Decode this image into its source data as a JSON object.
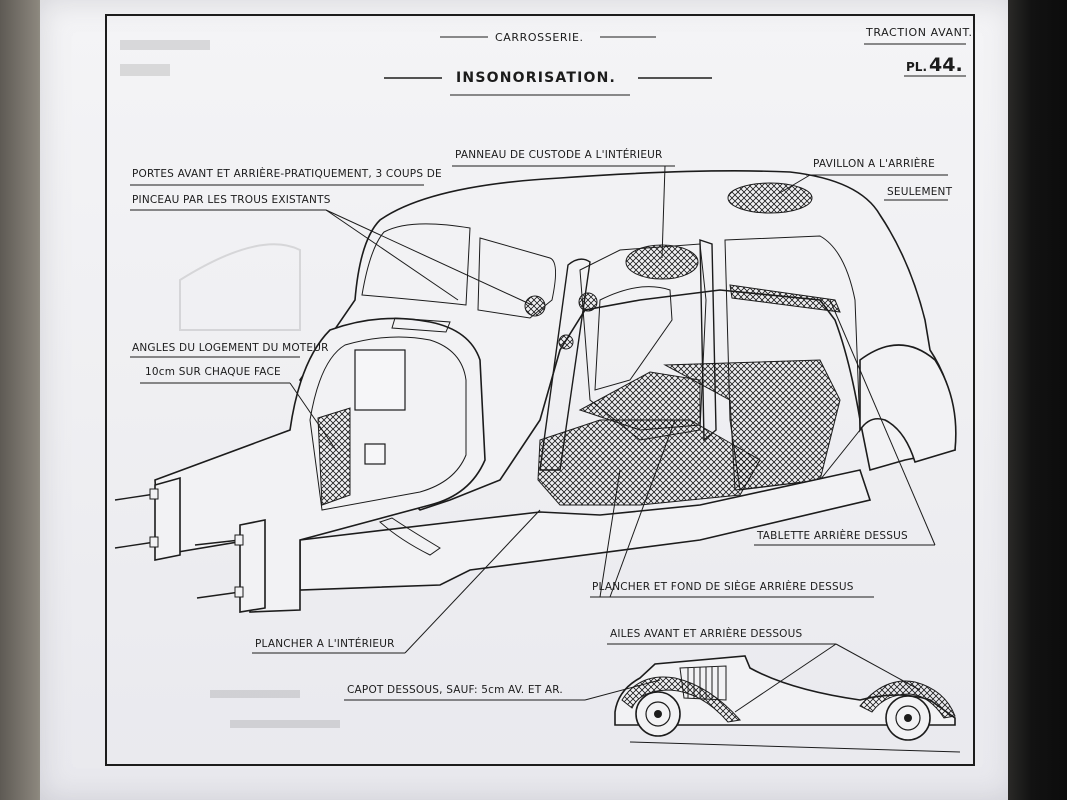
{
  "header": {
    "section": "CARROSSERIE.",
    "title": "INSONORISATION.",
    "series": "TRACTION AVANT.",
    "plate_prefix": "PL.",
    "plate_number": "44."
  },
  "labels": {
    "portes_line1": "PORTES AVANT ET ARRIÈRE-PRATIQUEMENT, 3 COUPS DE",
    "portes_line2": "PINCEAU PAR LES TROUS EXISTANTS",
    "panneau": "PANNEAU DE CUSTODE A L'INTÉRIEUR",
    "pavillon_line1": "PAVILLON A L'ARRIÈRE",
    "pavillon_line2": "SEULEMENT",
    "angles_line1": "ANGLES DU LOGEMENT DU MOTEUR",
    "angles_line2": "10cm SUR CHAQUE FACE",
    "tablette": "TABLETTE ARRIÈRE DESSUS",
    "plancher_siege": "PLANCHER ET FOND DE SIÈGE ARRIÈRE DESSUS",
    "plancher_interieur": "PLANCHER A L'INTÉRIEUR",
    "ailes": "AILES AVANT ET ARRIÈRE DESSOUS",
    "capot": "CAPOT DESSOUS, SAUF: 5cm AV. ET AR."
  },
  "colors": {
    "ink": "#1c1c1c",
    "paper": "#efeff2",
    "desk": "#6f6a62",
    "edge": "#0c0c0c"
  }
}
